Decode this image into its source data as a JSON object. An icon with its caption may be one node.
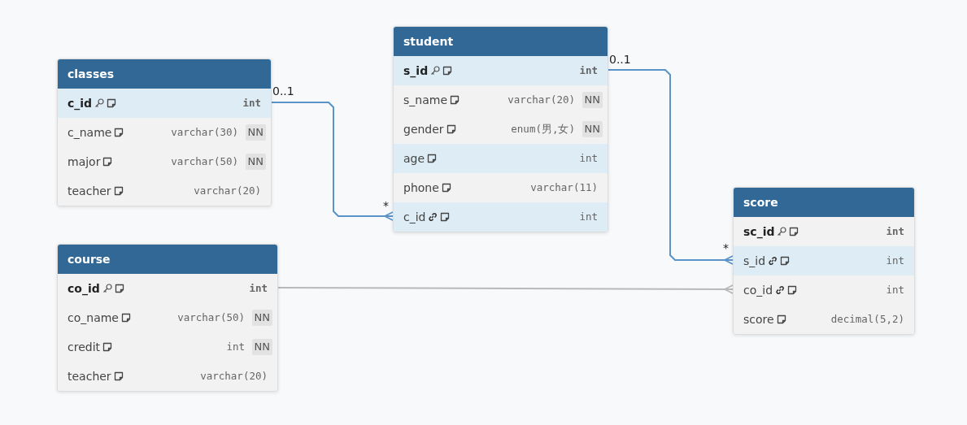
{
  "diagram": {
    "nodes": [
      {
        "text": [
          "classes"
        ]
      },
      {
        "text": [
          "c_id",
          "int"
        ],
        "in": 0
      },
      {
        "text": [
          "c_name",
          "varchar(30)",
          "NN"
        ],
        "in": 0
      },
      {
        "text": [
          "major",
          "varchar(50)",
          "NN"
        ],
        "in": 0
      },
      {
        "text": [
          "teacher",
          "varchar(20)"
        ],
        "in": 0
      },
      {
        "text": [
          "student"
        ]
      },
      {
        "text": [
          "s_id",
          "int"
        ],
        "in": 5
      },
      {
        "text": [
          "s_name",
          "varchar(20)",
          "NN"
        ],
        "in": 5
      },
      {
        "text": [
          "gender",
          "enum(男,女)",
          "NN"
        ],
        "in": 5
      },
      {
        "text": [
          "age",
          "int"
        ],
        "in": 5
      },
      {
        "text": [
          "phone",
          "varchar(11)"
        ],
        "in": 5
      },
      {
        "text": [
          "c_id",
          "int"
        ],
        "in": 5
      },
      {
        "text": [
          "course"
        ]
      },
      {
        "text": [
          "co_id",
          "int"
        ],
        "in": 12
      },
      {
        "text": [
          "co_name",
          "varchar(50)",
          "NN"
        ],
        "in": 12
      },
      {
        "text": [
          "credit",
          "int",
          "NN"
        ],
        "in": 12
      },
      {
        "text": [
          "teacher",
          "varchar(20)"
        ],
        "in": 12
      },
      {
        "text": [
          "score"
        ]
      },
      {
        "text": [
          "sc_id",
          "int"
        ],
        "in": 17
      },
      {
        "text": [
          "s_id",
          "int"
        ],
        "in": 17
      },
      {
        "text": [
          "co_id",
          "int"
        ],
        "in": 17
      },
      {
        "text": [
          "score",
          "decimal(5,2)"
        ],
        "in": 17
      }
    ],
    "edges": [
      {
        "from": 1,
        "to": 11,
        "arrow": "other"
      },
      {
        "from": 6,
        "to": 19,
        "arrow": "other"
      },
      {
        "from": 13,
        "to": 20,
        "arrow": "other",
        "color": "#b9b9b9"
      }
    ],
    "labels": [
      "0..1",
      "*",
      "0..1",
      "*"
    ]
  }
}
